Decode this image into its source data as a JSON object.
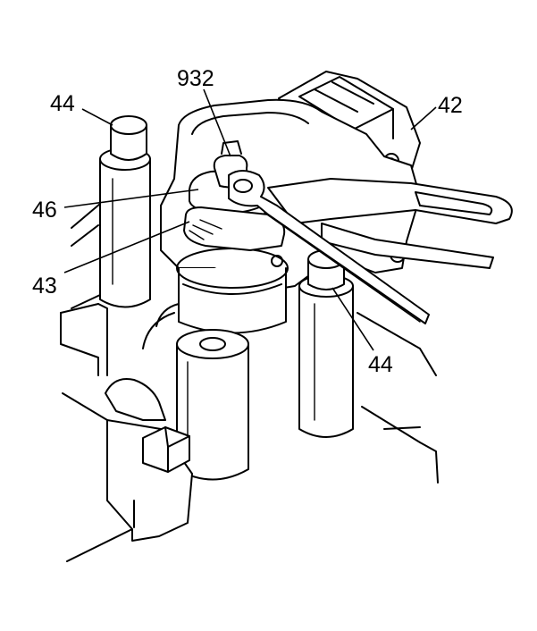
{
  "callouts": [
    {
      "id": "label-932",
      "text": "932"
    },
    {
      "id": "label-42",
      "text": "42"
    },
    {
      "id": "label-44-top",
      "text": "44"
    },
    {
      "id": "label-46",
      "text": "46"
    },
    {
      "id": "label-43",
      "text": "43"
    },
    {
      "id": "label-44-bottom",
      "text": "44"
    }
  ],
  "colors": {
    "line": "#000000",
    "background": "#ffffff"
  }
}
